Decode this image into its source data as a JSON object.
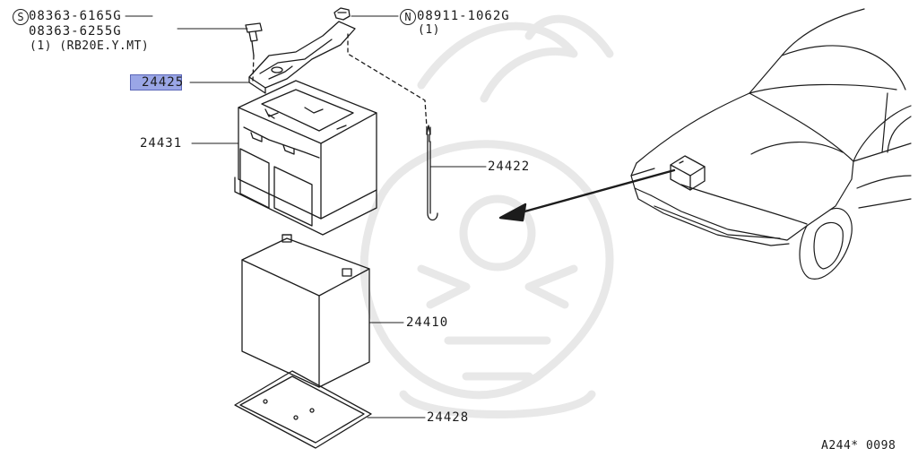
{
  "callouts": {
    "bolt_prefix": "S",
    "bolt_no_1": "08363-6165G",
    "bolt_no_2": "08363-6255G",
    "bolt_note": "(1)  (RB20E.Y.MT)",
    "nut_prefix": "N",
    "nut_no": "08911-1062G",
    "nut_qty": "(1)"
  },
  "parts": {
    "frame": "24425",
    "holder": "24431",
    "rod": "24422",
    "battery": "24410",
    "tray": "24428"
  },
  "highlight_color": "#9aa6e6",
  "diagram_code": "A244* 0098"
}
